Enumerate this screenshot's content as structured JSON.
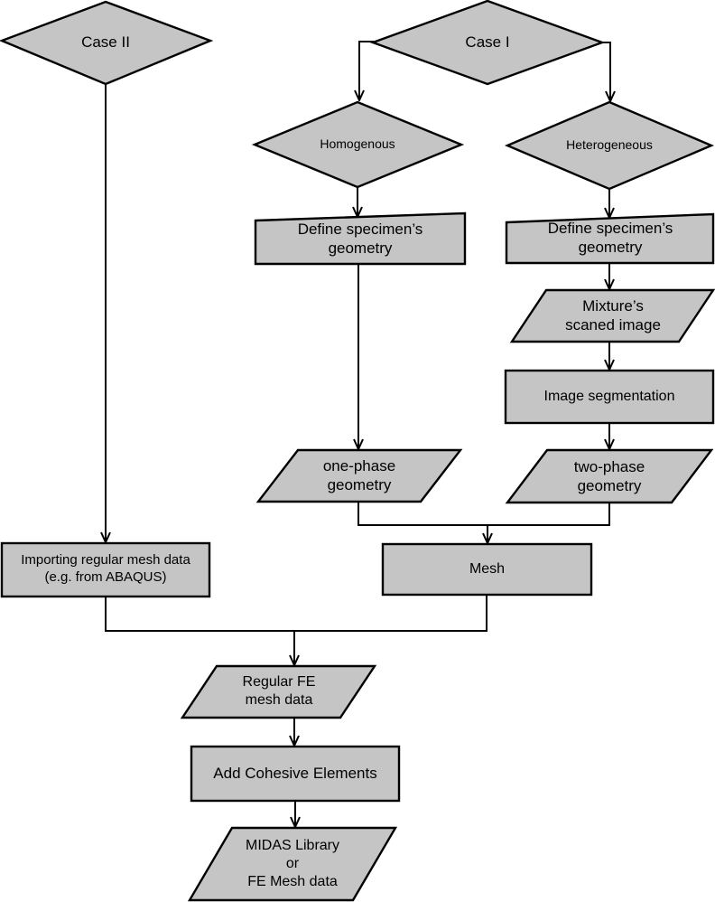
{
  "colors": {
    "node_fill": "#c5c5c5",
    "node_stroke": "#000000",
    "connector_color": "#000000",
    "page_background": "#ffffff",
    "text_color": "#000000"
  },
  "diagram_type": "flowchart",
  "nodes": {
    "case2": {
      "shape": "decision",
      "label": "Case II"
    },
    "case1": {
      "shape": "decision",
      "label": "Case I"
    },
    "homogenous": {
      "shape": "decision",
      "label": "Homogenous"
    },
    "heterogeneous": {
      "shape": "decision",
      "label": "Heterogeneous"
    },
    "define_spec_homog": {
      "shape": "manual-input",
      "label": "Define specimen’s\ngeometry"
    },
    "define_spec_heter": {
      "shape": "manual-input",
      "label": "Define specimen’s\ngeometry"
    },
    "mixtures_scaned_image": {
      "shape": "input-output",
      "label": "Mixture’s\nscaned image"
    },
    "image_segmentation": {
      "shape": "process",
      "label": "Image segmentation"
    },
    "one_phase_geometry": {
      "shape": "input-output",
      "label": "one-phase\ngeometry"
    },
    "two_phase_geometry": {
      "shape": "input-output",
      "label": "two-phase\ngeometry"
    },
    "importing_mesh": {
      "shape": "process",
      "label": "Importing regular mesh data\n(e.g. from ABAQUS)"
    },
    "mesh": {
      "shape": "process",
      "label": "Mesh"
    },
    "regular_fe_mesh": {
      "shape": "input-output",
      "label": "Regular FE\nmesh data"
    },
    "add_cohesive": {
      "shape": "process",
      "label": "Add Cohesive Elements"
    },
    "midas": {
      "shape": "input-output",
      "label": "MIDAS Library\nor\nFE Mesh data"
    }
  },
  "edges": [
    {
      "from": "case2",
      "to": "importing_mesh"
    },
    {
      "from": "case1",
      "to": "homogenous"
    },
    {
      "from": "case1",
      "to": "heterogeneous"
    },
    {
      "from": "homogenous",
      "to": "define_spec_homog"
    },
    {
      "from": "define_spec_homog",
      "to": "one_phase_geometry"
    },
    {
      "from": "heterogeneous",
      "to": "define_spec_heter"
    },
    {
      "from": "define_spec_heter",
      "to": "mixtures_scaned_image"
    },
    {
      "from": "mixtures_scaned_image",
      "to": "image_segmentation"
    },
    {
      "from": "image_segmentation",
      "to": "two_phase_geometry"
    },
    {
      "from": "one_phase_geometry",
      "to": "mesh"
    },
    {
      "from": "two_phase_geometry",
      "to": "mesh"
    },
    {
      "from": "importing_mesh",
      "to": "regular_fe_mesh"
    },
    {
      "from": "mesh",
      "to": "regular_fe_mesh"
    },
    {
      "from": "regular_fe_mesh",
      "to": "add_cohesive"
    },
    {
      "from": "add_cohesive",
      "to": "midas"
    }
  ]
}
